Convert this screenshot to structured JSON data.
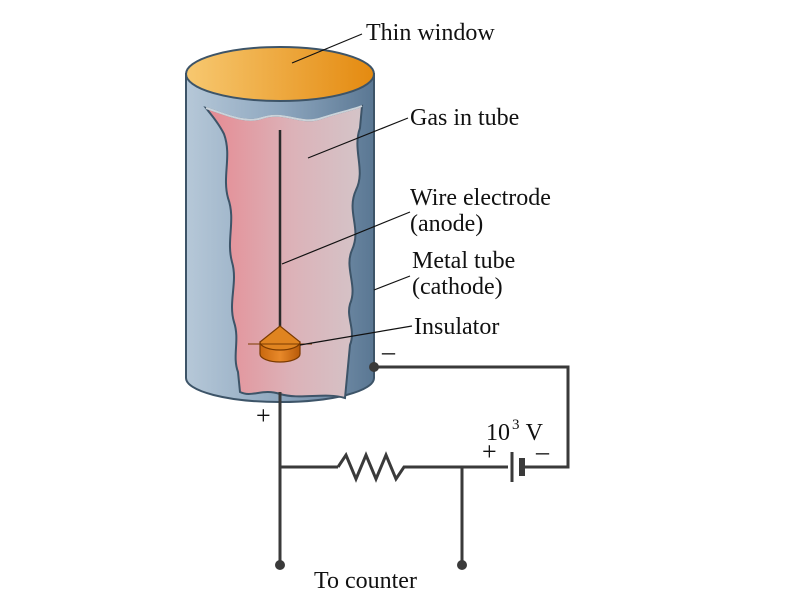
{
  "labels": {
    "thin_window": "Thin window",
    "gas_in_tube": "Gas in tube",
    "wire_electrode": "Wire electrode",
    "anode": "(anode)",
    "metal_tube": "Metal tube",
    "cathode": "(cathode)",
    "insulator": "Insulator",
    "voltage_base": "10",
    "voltage_exp": "3",
    "voltage_unit": " V",
    "to_counter": "To counter",
    "plus_tube": "+",
    "minus_tube": "–",
    "plus_battery": "+",
    "minus_battery": "–"
  },
  "colors": {
    "tube_body": "#8fa8c0",
    "tube_dark": "#5f7c98",
    "window_fill": "#f0a830",
    "gas_fill": "#e8a0a8",
    "insulator_fill": "#d87818",
    "wire_color": "#3a3a3a"
  },
  "icons": [
    "resistor-icon",
    "battery-icon"
  ]
}
